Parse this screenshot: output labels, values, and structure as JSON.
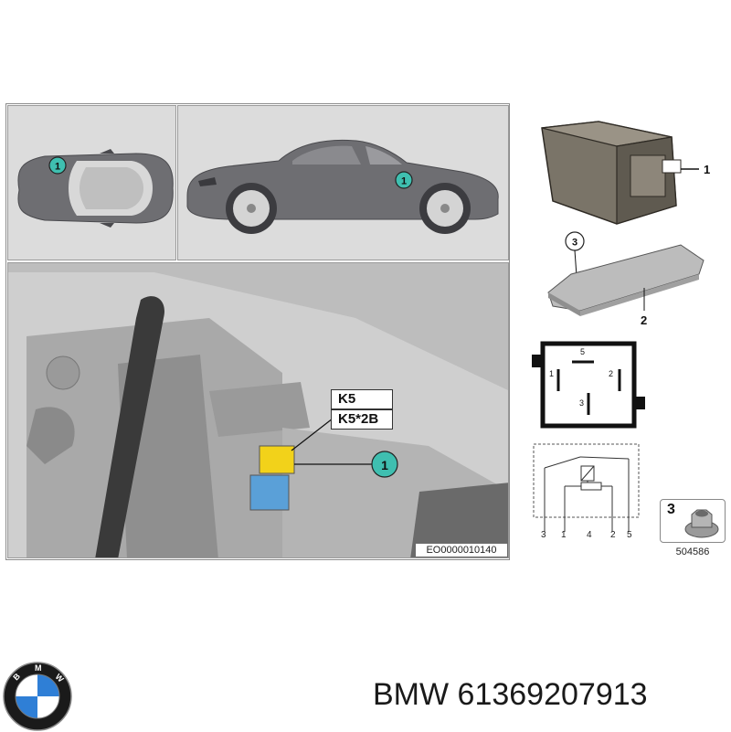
{
  "diagram": {
    "callouts": {
      "top_view": "1",
      "side_view": "1",
      "engine_bay": "1",
      "relay": "1",
      "bracket": "2",
      "bracket_nut": "3",
      "nut_box": "3"
    },
    "engine_labels": {
      "primary": "K5",
      "secondary": "K5*2B"
    },
    "image_code": "EO0000010140",
    "pin_layout": {
      "pin5": "5",
      "pin1": "1",
      "pin2": "2",
      "pin3": "3"
    },
    "schematic_pins": [
      "3",
      "1",
      "4",
      "2",
      "5"
    ],
    "part_code": "504586"
  },
  "footer": {
    "brand": "BMW",
    "part_number": "61369207913"
  },
  "colors": {
    "accent_teal": "#3fbfb0",
    "connector_yellow": "#f2d21a",
    "connector_blue": "#5aa0d8",
    "panel_bg": "#dcdcdc",
    "car_gray": "#6e6e72"
  }
}
